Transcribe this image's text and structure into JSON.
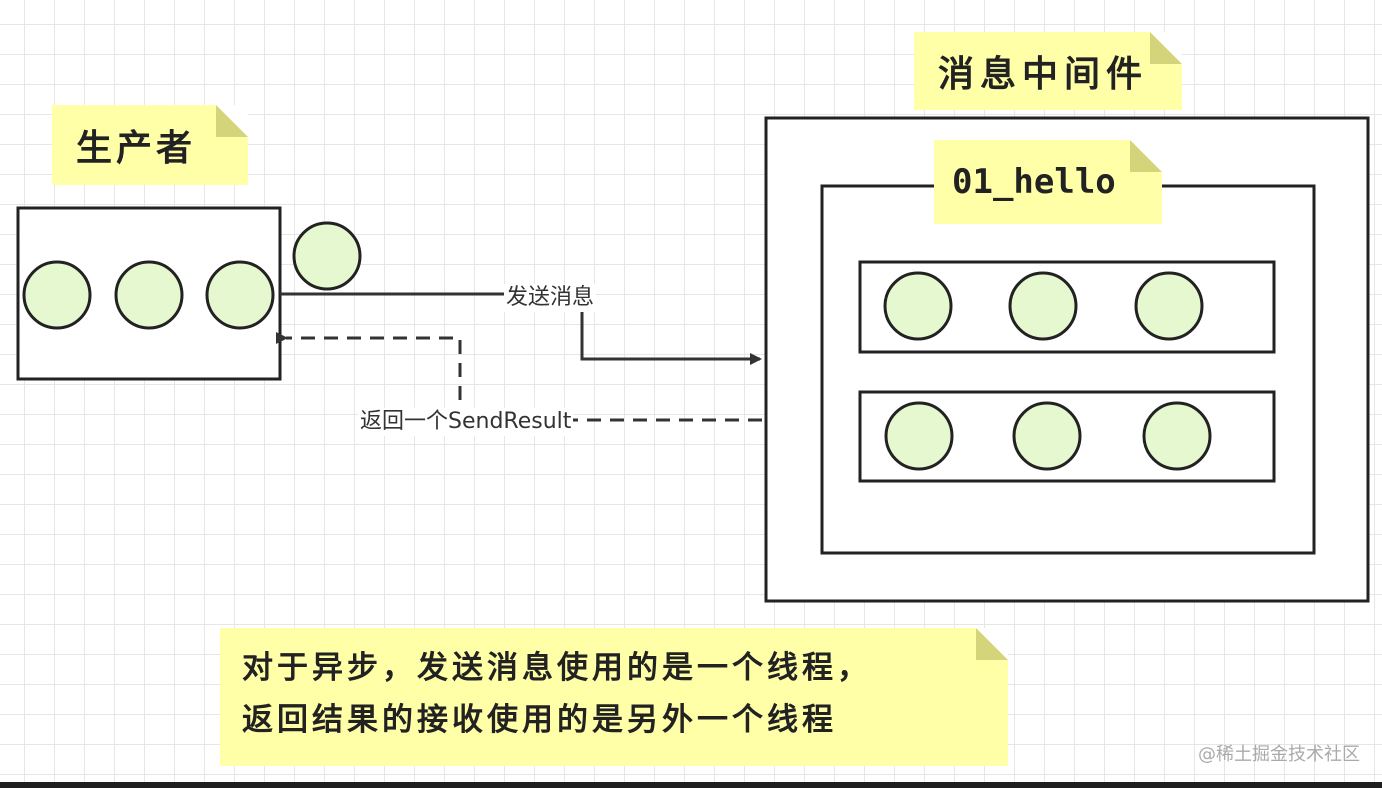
{
  "producer": {
    "title": "生产者"
  },
  "broker": {
    "title": "消息中间件",
    "topic": "01_hello"
  },
  "arrows": {
    "send_label": "发送消息",
    "return_label": "返回一个SendResult"
  },
  "note": {
    "line1": "对于异步，发送消息使用的是一个线程，",
    "line2": "返回结果的接收使用的是另外一个线程"
  },
  "watermark": "@稀土掘金技术社区",
  "colors": {
    "note_fill": "#ffffa8",
    "message_fill": "#e6f8d0",
    "stroke": "#222222"
  }
}
